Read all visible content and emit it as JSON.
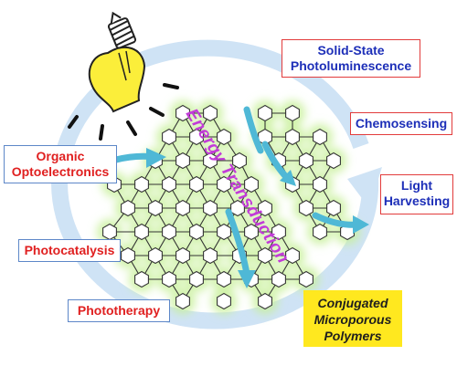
{
  "labels": {
    "solid_state_line1": "Solid-State",
    "solid_state_line2": "Photoluminescence",
    "chemosensing": "Chemosensing",
    "light_line1": "Light",
    "light_line2": "Harvesting",
    "organic_line1": "Organic",
    "organic_line2": "Optoelectronics",
    "photocatalysis": "Photocatalysis",
    "phototherapy": "Phototherapy",
    "energy_transduction": "Energy Transduction",
    "cmp_line1": "Conjugated",
    "cmp_line2": "Microporous",
    "cmp_line3": "Polymers"
  },
  "colors": {
    "cycle_arrow": "#cfe3f5",
    "bulb_fill": "#fbee3a",
    "network_glow": "#c8f09a",
    "red_text": "#e02020",
    "blue_text": "#1d2fb8",
    "red_border": "#e23b3b",
    "blue_border": "#5d87c8",
    "energy_text": "#c23bd8",
    "cmp_box": "#ffe81f",
    "flow_arrow": "#4fb8d6"
  },
  "icons": {
    "light_source": "light-bulb-icon"
  }
}
